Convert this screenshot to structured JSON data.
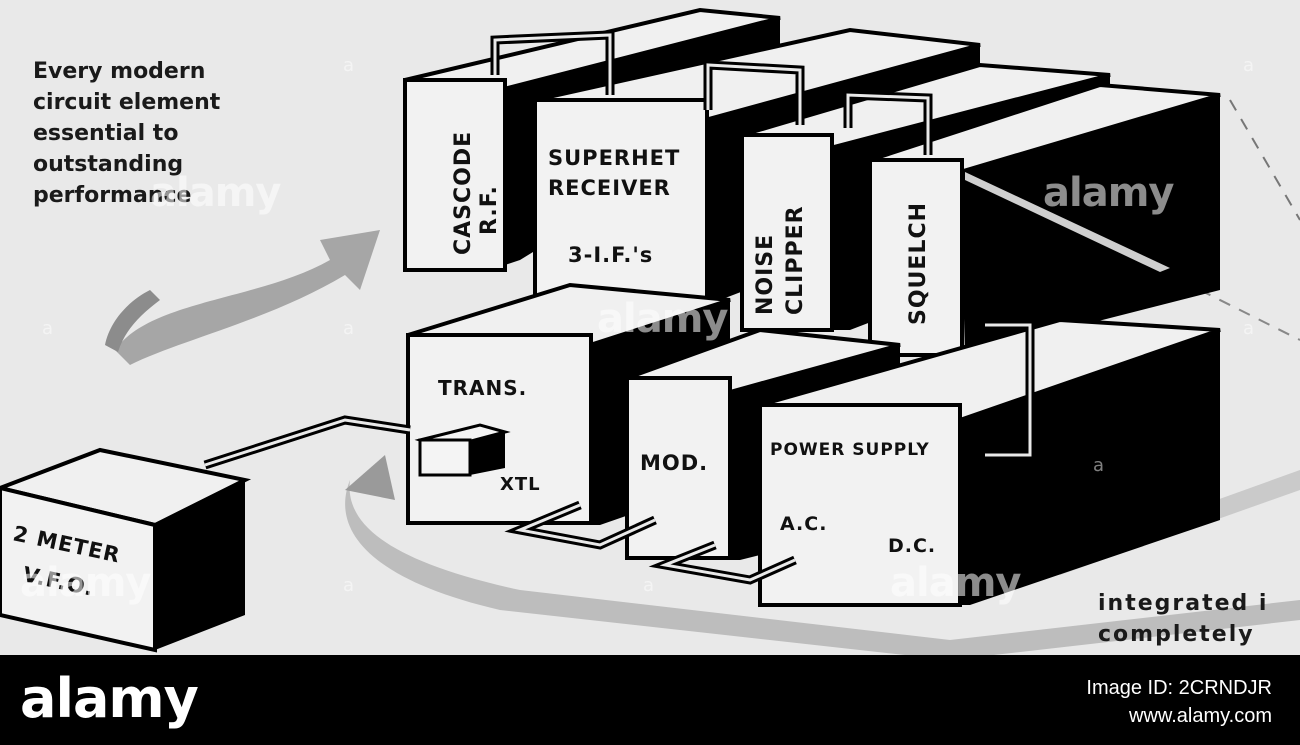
{
  "tagline": [
    "Every modern",
    "circuit element",
    "essential to",
    "outstanding",
    "performance"
  ],
  "bottom_text": [
    "integrated i",
    "completely"
  ],
  "modules": {
    "cascode": [
      "CASCODE",
      "R.F."
    ],
    "superhet": [
      "SUPERHET",
      "RECEIVER",
      "3-I.F.'s"
    ],
    "noise": [
      "NOISE",
      "CLIPPER"
    ],
    "squelch": "SQUELCH",
    "trans": "TRANS.",
    "xtl": "XTL",
    "mod": "MOD.",
    "power_supply": "POWER SUPPLY",
    "ac": "A.C.",
    "dc": "D.C.",
    "vfo": [
      "2 METER",
      "V.F.O."
    ]
  },
  "footer": {
    "brand": "alamy",
    "image_id": "Image ID: 2CRNDJR",
    "url": "www.alamy.com"
  },
  "watermark": {
    "text": "alamy",
    "mark": "a"
  }
}
